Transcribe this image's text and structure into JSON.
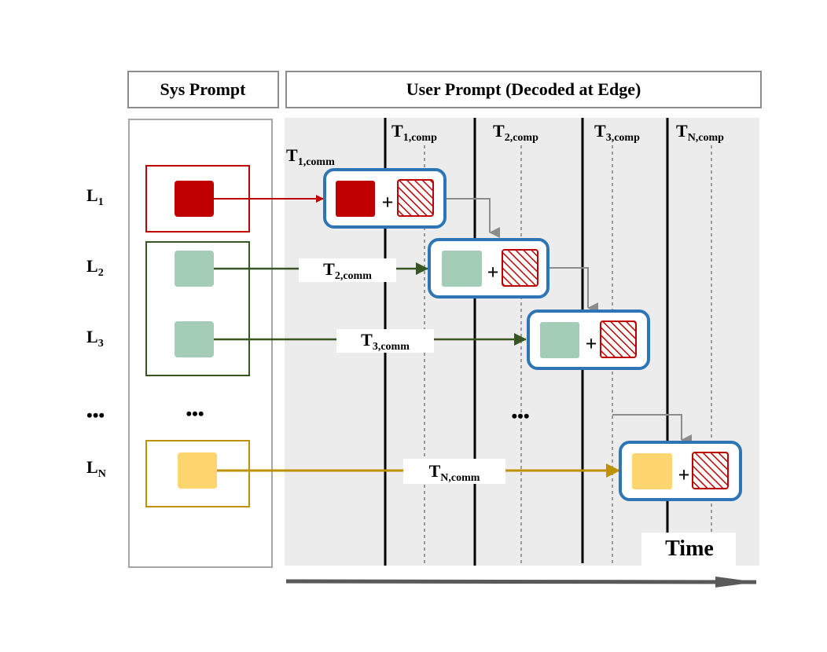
{
  "headers": {
    "sys": "Sys Prompt",
    "user": "User Prompt (Decoded at Edge)"
  },
  "rows": [
    {
      "main": "L",
      "sub": "1"
    },
    {
      "main": "L",
      "sub": "2"
    },
    {
      "main": "L",
      "sub": "3"
    },
    {
      "main": "L",
      "sub": "N"
    }
  ],
  "ellipsis": "•••",
  "comp_labels": [
    {
      "main": "T",
      "sub": "1,comp"
    },
    {
      "main": "T",
      "sub": "2,comp"
    },
    {
      "main": "T",
      "sub": "3,comp"
    },
    {
      "main": "T",
      "sub": "N,comp"
    }
  ],
  "comm_labels": [
    {
      "main": "T",
      "sub": "1,comm"
    },
    {
      "main": "T",
      "sub": "2,comm"
    },
    {
      "main": "T",
      "sub": "3,comm"
    },
    {
      "main": "T",
      "sub": "N,comm"
    }
  ],
  "plus": "+",
  "time_label": "Time",
  "colors": {
    "red": "#c00000",
    "green_fill": "#a3cdb6",
    "green_stroke": "#375623",
    "yellow_fill": "#ffd56f",
    "yellow_stroke": "#bf9000",
    "blue": "#2e75b6",
    "panel_bg": "#ececec",
    "gray": "#8c8c8c"
  }
}
